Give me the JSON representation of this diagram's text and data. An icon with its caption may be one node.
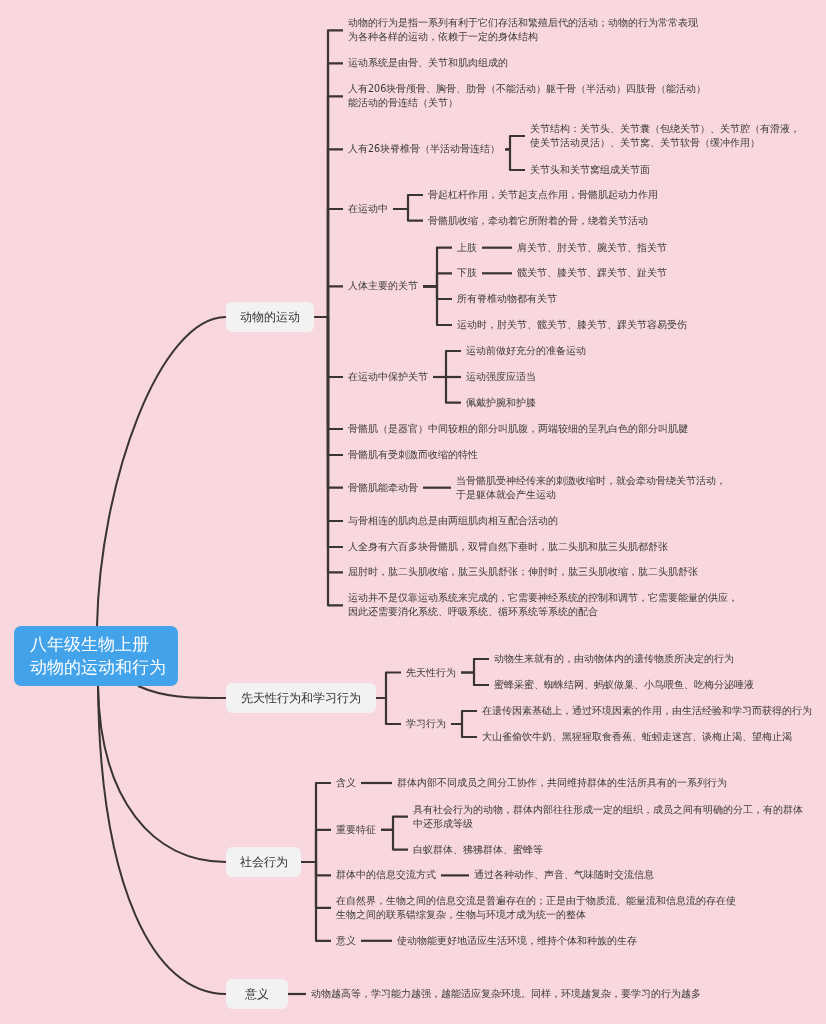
{
  "diagram": {
    "nodes": [
      {
        "text": [
          "八年级生物上册",
          "动物的运动和行为"
        ]
      },
      {
        "text": [
          "动物的运动"
        ]
      },
      {
        "text": [
          "动物的行为是指一系列有利于它们存活和繁殖后代的活动；动物的行为常常表现为各种各样的运动，依赖于一定的身体结构"
        ]
      },
      {
        "text": [
          "运动系统是由骨、关节和肌肉组成的"
        ]
      },
      {
        "text": [
          "人有206块骨颅骨、胸骨、肋骨（不能活动）躯干骨（半活动）四肢骨（能活动）能活动的骨连结（关节）"
        ]
      },
      {
        "text": [
          "人有26块脊椎骨（半活动骨连结）"
        ]
      },
      {
        "text": [
          "关节结构：关节头、关节囊（包绕关节）、关节腔（有滑液，使关节活动灵活）、关节窝、关节软骨（缓冲作用）"
        ]
      },
      {
        "text": [
          "关节头和关节窝组成关节面"
        ]
      },
      {
        "text": [
          "在运动中"
        ]
      },
      {
        "text": [
          "骨起杠杆作用，关节起支点作用，骨骼肌起动力作用"
        ]
      },
      {
        "text": [
          "骨骼肌收缩，牵动着它所附着的骨，绕着关节活动"
        ]
      },
      {
        "text": [
          "人体主要的关节"
        ]
      },
      {
        "text": [
          "上肢"
        ]
      },
      {
        "text": [
          "肩关节、肘关节、腕关节、指关节"
        ]
      },
      {
        "text": [
          "下肢"
        ]
      },
      {
        "text": [
          "髋关节、膝关节、踝关节、趾关节"
        ]
      },
      {
        "text": [
          "所有脊椎动物都有关节"
        ]
      },
      {
        "text": [
          "运动时，肘关节、髋关节、膝关节、踝关节容易受伤"
        ]
      },
      {
        "text": [
          "在运动中保护关节"
        ]
      },
      {
        "text": [
          "运动前做好充分的准备运动"
        ]
      },
      {
        "text": [
          "运动强度应适当"
        ]
      },
      {
        "text": [
          "佩戴护腕和护膝"
        ]
      },
      {
        "text": [
          "骨骼肌（是器官）中间较粗的部分叫肌腹，两端较细的呈乳白色的部分叫肌腱"
        ]
      },
      {
        "text": [
          "骨骼肌有受刺激而收缩的特性"
        ]
      },
      {
        "text": [
          "骨骼肌能牵动骨"
        ]
      },
      {
        "text": [
          "当骨骼肌受神经传来的刺激收缩时，就会牵动骨绕关节活动，于是躯体就会产生运动"
        ]
      },
      {
        "text": [
          "与骨相连的肌肉总是由两组肌肉相互配合活动的"
        ]
      },
      {
        "text": [
          "人全身有六百多块骨骼肌，双臂自然下垂时，肱二头肌和肱三头肌都舒张"
        ]
      },
      {
        "text": [
          "屈肘时，肱二头肌收缩，肱三头肌舒张；伸肘时，肱三头肌收缩，肱二头肌舒张"
        ]
      },
      {
        "text": [
          "运动并不是仅靠运动系统来完成的，它需要神经系统的控制和调节，它需要能量的供应，因此还需要消化系统、呼吸系统、循环系统等系统的配合"
        ]
      },
      {
        "text": [
          "先天性行为和学习行为"
        ]
      },
      {
        "text": [
          "先天性行为"
        ]
      },
      {
        "text": [
          "动物生来就有的，由动物体内的遗传物质所决定的行为"
        ]
      },
      {
        "text": [
          "蜜蜂采蜜、蜘蛛结网、蚂蚁做巢、小鸟喂鱼、吃梅分泌唾液"
        ]
      },
      {
        "text": [
          "学习行为"
        ]
      },
      {
        "text": [
          "在遗传因素基础上，通过环境因素的作用，由生活经验和学习而获得的行为"
        ]
      },
      {
        "text": [
          "大山雀偷饮牛奶、黑猩猩取食香蕉、蚯蚓走迷宫、谈梅止渴、望梅止渴"
        ]
      },
      {
        "text": [
          "社会行为"
        ]
      },
      {
        "text": [
          "含义"
        ]
      },
      {
        "text": [
          "群体内部不同成员之间分工协作，共同维持群体的生活所具有的一系列行为"
        ]
      },
      {
        "text": [
          "重要特征"
        ]
      },
      {
        "text": [
          "具有社会行为的动物，群体内部往往形成一定的组织，成员之间有明确的分工，有的群体中还形成等级"
        ]
      },
      {
        "text": [
          "白蚁群体、狒狒群体、蜜蜂等"
        ]
      },
      {
        "text": [
          "群体中的信息交流方式"
        ]
      },
      {
        "text": [
          "通过各种动作、声音、气味随时交流信息"
        ]
      },
      {
        "text": [
          "在自然界，生物之间的信息交流是普遍存在的；正是由于物质流、能量流和信息流的存在使生物之间的联系错综复杂，生物与环境才成为统一的整体"
        ]
      },
      {
        "text": [
          "意义"
        ]
      },
      {
        "text": [
          "使动物能更好地适应生活环境，维持个体和种族的生存"
        ]
      },
      {
        "text": [
          "意义"
        ]
      },
      {
        "text": [
          "动物越高等，学习能力越强，越能适应复杂环境。同样，环境越复杂，要学习的行为越多"
        ]
      }
    ],
    "edges": [
      {
        "from": 0,
        "to": 1,
        "arrow": "none"
      },
      {
        "from": 0,
        "to": 30,
        "arrow": "none"
      },
      {
        "from": 0,
        "to": 37,
        "arrow": "none"
      },
      {
        "from": 0,
        "to": 48,
        "arrow": "none"
      },
      {
        "from": 1,
        "to": 2,
        "arrow": "none"
      },
      {
        "from": 1,
        "to": 3,
        "arrow": "none"
      },
      {
        "from": 1,
        "to": 4,
        "arrow": "none"
      },
      {
        "from": 1,
        "to": 5,
        "arrow": "none"
      },
      {
        "from": 1,
        "to": 8,
        "arrow": "none"
      },
      {
        "from": 1,
        "to": 11,
        "arrow": "none"
      },
      {
        "from": 1,
        "to": 18,
        "arrow": "none"
      },
      {
        "from": 1,
        "to": 22,
        "arrow": "none"
      },
      {
        "from": 1,
        "to": 23,
        "arrow": "none"
      },
      {
        "from": 1,
        "to": 24,
        "arrow": "none"
      },
      {
        "from": 1,
        "to": 26,
        "arrow": "none"
      },
      {
        "from": 1,
        "to": 27,
        "arrow": "none"
      },
      {
        "from": 1,
        "to": 28,
        "arrow": "none"
      },
      {
        "from": 1,
        "to": 29,
        "arrow": "none"
      },
      {
        "from": 5,
        "to": 6,
        "arrow": "none"
      },
      {
        "from": 5,
        "to": 7,
        "arrow": "none"
      },
      {
        "from": 8,
        "to": 9,
        "arrow": "none"
      },
      {
        "from": 8,
        "to": 10,
        "arrow": "none"
      },
      {
        "from": 11,
        "to": 12,
        "arrow": "none"
      },
      {
        "from": 11,
        "to": 14,
        "arrow": "none"
      },
      {
        "from": 11,
        "to": 16,
        "arrow": "none"
      },
      {
        "from": 11,
        "to": 17,
        "arrow": "none"
      },
      {
        "from": 12,
        "to": 13,
        "arrow": "none"
      },
      {
        "from": 14,
        "to": 15,
        "arrow": "none"
      },
      {
        "from": 18,
        "to": 19,
        "arrow": "none"
      },
      {
        "from": 18,
        "to": 20,
        "arrow": "none"
      },
      {
        "from": 18,
        "to": 21,
        "arrow": "none"
      },
      {
        "from": 24,
        "to": 25,
        "arrow": "none"
      },
      {
        "from": 30,
        "to": 31,
        "arrow": "none"
      },
      {
        "from": 30,
        "to": 34,
        "arrow": "none"
      },
      {
        "from": 31,
        "to": 32,
        "arrow": "none"
      },
      {
        "from": 31,
        "to": 33,
        "arrow": "none"
      },
      {
        "from": 34,
        "to": 35,
        "arrow": "none"
      },
      {
        "from": 34,
        "to": 36,
        "arrow": "none"
      },
      {
        "from": 37,
        "to": 38,
        "arrow": "none"
      },
      {
        "from": 37,
        "to": 40,
        "arrow": "none"
      },
      {
        "from": 37,
        "to": 43,
        "arrow": "none"
      },
      {
        "from": 37,
        "to": 45,
        "arrow": "none"
      },
      {
        "from": 37,
        "to": 46,
        "arrow": "none"
      },
      {
        "from": 38,
        "to": 39,
        "arrow": "none"
      },
      {
        "from": 40,
        "to": 41,
        "arrow": "none"
      },
      {
        "from": 40,
        "to": 42,
        "arrow": "none"
      },
      {
        "from": 43,
        "to": 44,
        "arrow": "none"
      },
      {
        "from": 46,
        "to": 47,
        "arrow": "none"
      },
      {
        "from": 48,
        "to": 49,
        "arrow": "none"
      }
    ]
  }
}
